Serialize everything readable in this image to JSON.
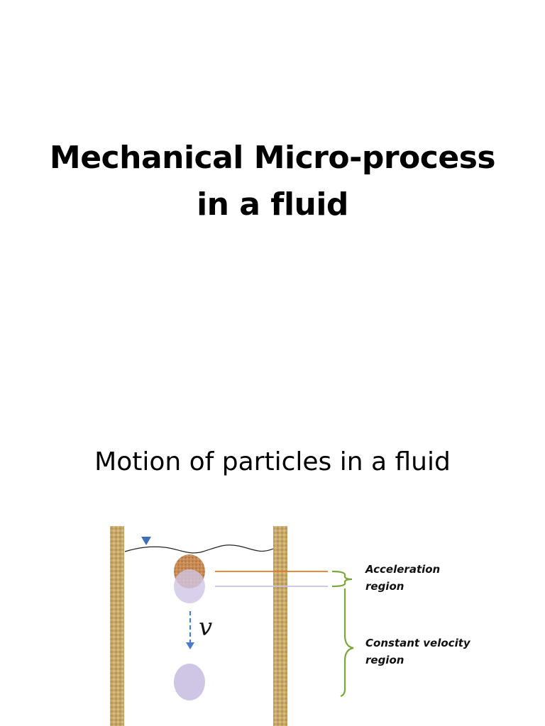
{
  "slide1": {
    "title_line1": "Mechanical Micro-process",
    "title_line2": "in a fluid"
  },
  "slide2": {
    "title": "Motion of particles in a fluid",
    "diagram": {
      "velocity_symbol": "v",
      "acceleration_label_line1": "Acceleration",
      "acceleration_label_line2": "region",
      "constant_label_line1": "Constant velocity",
      "constant_label_line2": "region",
      "colors": {
        "wall": "#c8a96a",
        "water_marker": "#3f6fb8",
        "particle_start": "#c98b55",
        "particle_ghost": "#cfc6e6",
        "orange_line": "#e07a2a",
        "lavender_line": "#c7c0e2",
        "brace": "#7aa63a",
        "arrow": "#4a7cc8"
      }
    }
  }
}
